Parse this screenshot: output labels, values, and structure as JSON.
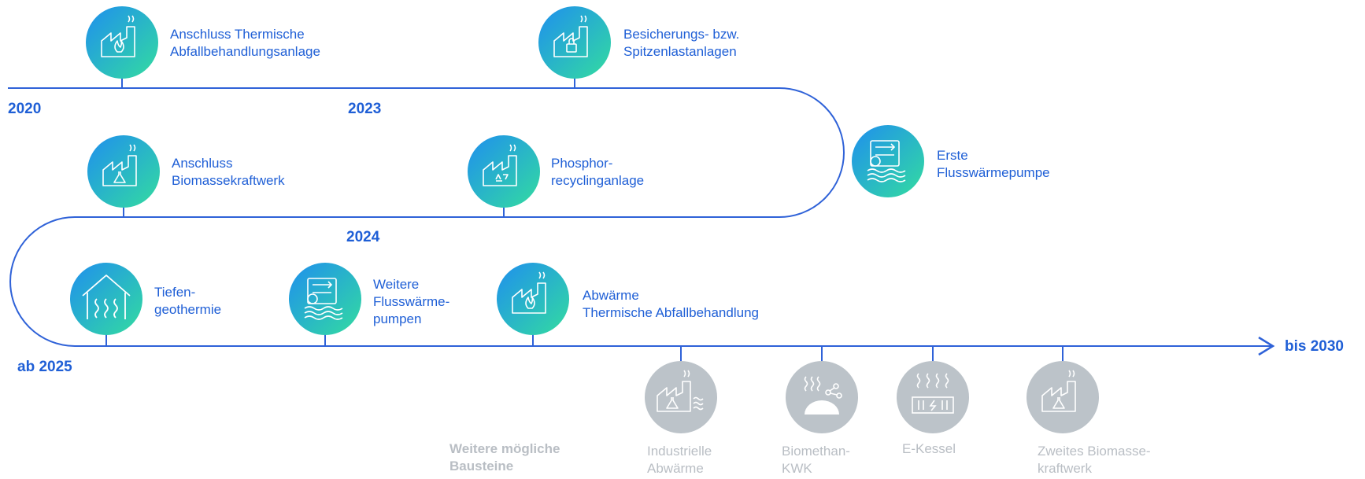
{
  "colors": {
    "accent": "#1f5fd6",
    "line": "#2f62d8",
    "grad_top": "#1f8fee",
    "grad_bottom": "#2fd6a6",
    "gray_circle": "#bcc3c9",
    "gray_text": "#b9bec4"
  },
  "years": {
    "y2020": "2020",
    "y2023": "2023",
    "y2024": "2024",
    "y2025": "ab 2025",
    "y2030": "bis 2030"
  },
  "milestones": [
    {
      "id": "tab",
      "label": "Anschluss Thermische\nAbfallbehandlungsanlage",
      "icon": "factory-flame-icon"
    },
    {
      "id": "spitzen",
      "label": "Besicherungs- bzw.\nSpitzenlastanlagen",
      "icon": "factory-lock-icon"
    },
    {
      "id": "fluss1",
      "label": "Erste\nFlusswärmepumpe",
      "icon": "heat-pump-icon"
    },
    {
      "id": "biomasse",
      "label": "Anschluss\nBiomassekraftwerk",
      "icon": "factory-flask-icon"
    },
    {
      "id": "phosphor",
      "label": "Phosphor-\nrecyclinganlage",
      "icon": "factory-recycle-icon"
    },
    {
      "id": "tiefen",
      "label": "Tiefen-\ngeothermie",
      "icon": "house-heat-icon"
    },
    {
      "id": "fluss2",
      "label": "Weitere\nFlusswärme-\npumpen",
      "icon": "heat-pump-icon"
    },
    {
      "id": "abwaerme",
      "label": "Abwärme\nThermische Abfallbehandlung",
      "icon": "factory-flame-icon"
    }
  ],
  "further": {
    "title": "Weitere mögliche\nBausteine",
    "items": [
      {
        "id": "industrie",
        "label": "Industrielle\nAbwärme",
        "icon": "factory-waves-icon"
      },
      {
        "id": "biomethan",
        "label": "Biomethan-\nKWK",
        "icon": "biogas-dome-icon"
      },
      {
        "id": "ekessel",
        "label": "E-Kessel",
        "icon": "electric-boiler-icon"
      },
      {
        "id": "biomasse2",
        "label": "Zweites Biomasse-\nkraftwerk",
        "icon": "factory-flask-icon"
      }
    ]
  }
}
